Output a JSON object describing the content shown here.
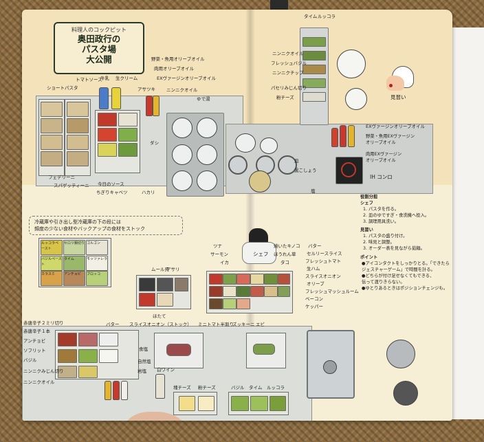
{
  "title": {
    "subtitle": "料理人のコックピット",
    "main": "奥田政行の\nパスタ場\n大公開"
  },
  "labels_top_left": {
    "short_pasta": "ショートパスタ",
    "tomato_sauce": "トマトソース",
    "milk": "牛乳",
    "cream": "生クリーム",
    "asatsuki": "アサツキ",
    "oil_veg_meat": "野菜・魚用オリーブオイル",
    "oil_meat": "肉用オリーブオイル",
    "ex_virgin": "EXヴァージンオリーブオイル",
    "garlic_oil": "ニンニクオイル",
    "yudeyu": "ゆで湯",
    "fedelini": "フェデリーニ",
    "spaghettini": "スパゲッティーニ",
    "todays_sauce": "今日のソース",
    "chigiri_cabbage": "ちぎりキャベツ",
    "hakari": "ハカリ",
    "dashi": "ダシ"
  },
  "labels_top_right": {
    "thyme": "タイム",
    "arugula": "ルッコラ",
    "garlic_oil": "ニンニクオイル",
    "fresh_basil": "フレッシュバジル",
    "garlic_chips": "ニンニクチップ",
    "italian_parsley": "パセリみじん切り",
    "cheese_powder": "粉チーズ",
    "minarai": "見習い",
    "ex_virgin_oil": "EXヴァージンオリーブオイル",
    "oil_veg_fish": "野菜・魚用EXヴァージン\nオリーブオイル",
    "oil_meat": "肉用EXヴァージン\nオリーブオイル",
    "ih": "IH コンロ",
    "salt": "塩",
    "black_pepper": "黒こしょう",
    "sara": "皿"
  },
  "instructions": {
    "header": "役割分担",
    "chef_title": "シェフ",
    "chef_items": "1. パスタを作る。\n2. 皿のゆですぎ・食洗機へ投入。\n3. 調理用具洗い。",
    "trainee_title": "見習い",
    "trainee_items": "1. パスタの盛り付け。\n2. 味見と調整。\n3. オーダー表を見ながら茹麺。",
    "point_title": "ポイント",
    "point_text": "●アイコンタクトをしっかりとる。「できたら\n  ジェスチャーゲーム」で時間を計る。\n●どちらが付け足せなくてもできる、\n  伝って渡りきらない。\n●ゆとりあるときはポジションチェンジも。"
  },
  "fridge_note": "冷蔵庫や引き出し型冷蔵庫の下の段には\n頻度の少ない食材やバックアップの食材をストック",
  "fridge_bins": [
    "ルッコラペースト",
    "セロリ鍋切り",
    "ゴルゴン",
    "バジルペースト",
    "タイム",
    "モッツァレラ",
    "カラスミ",
    "アンチョビ",
    "ブロッコ"
  ],
  "labels_middle": {
    "tuna": "ツナ",
    "salmon": "サーモン",
    "ika": "イカ",
    "chef": "シェフ",
    "mushroom": "焼いたキノコ",
    "spinach": "ほうれん草",
    "tako": "タコ",
    "butter": "バター",
    "celery_slice": "セルリースライス",
    "fresh_tomato": "フレッシュトマト",
    "nama_ham": "生ハム",
    "onion_slice": "スライスオニオン",
    "olive": "オリーブ",
    "fresh_mushroom": "フレッシュマッシュルーム",
    "bacon": "ベーコン",
    "caper": "ケッパー",
    "mure_kai": "ムール貝",
    "asari": "アサリ",
    "hotate": "ほたて"
  },
  "labels_bottom": {
    "beef_2": "赤唐辛子２ミリ切り",
    "beef_1": "赤唐辛子１本",
    "anchovy": "アンチョビ",
    "soffritto": "ソフリット",
    "basil": "バジル",
    "garlic_mince": "ニンニクみじん切り",
    "garlic_oil": "ニンニクオイル",
    "butter": "バター",
    "onion_slice_stock": "スライスオニオン（ストック）",
    "mini_tomato": "ミニトマト半割り",
    "zucchini": "ズッキーニ",
    "ebi": "エビ",
    "shokuen": "食塩",
    "jikasei": "自然塩",
    "kokuen": "岩塩",
    "white_wine": "白ワイン",
    "kata_cheese": "塊チーズ",
    "powder_cheese": "粉チーズ",
    "basil2": "バジル",
    "thyme": "タイム",
    "arugula": "ルッコラ"
  },
  "colors": {
    "page": "#f1dfb8",
    "wall": "#f4e2ba",
    "floor": "#f7eed6",
    "steel": "#c9ccca",
    "title_border": "#2c3a2c"
  }
}
